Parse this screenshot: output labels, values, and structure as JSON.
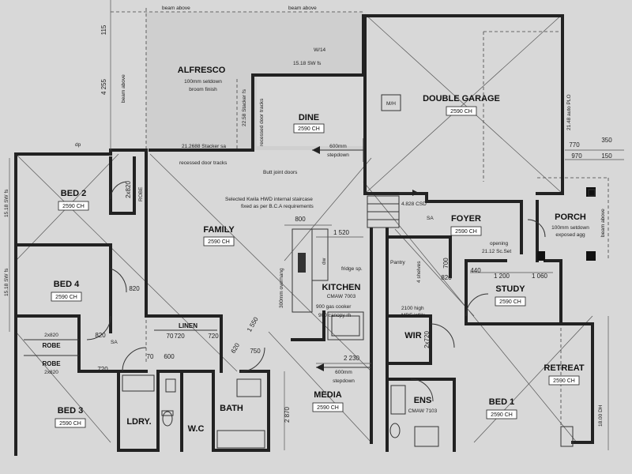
{
  "rooms": {
    "alfresco": {
      "name": "ALFRESCO",
      "line1": "100mm setdown",
      "line2": "broom finish"
    },
    "dine": {
      "name": "DINE",
      "ch": "2590 CH"
    },
    "garage": {
      "name": "DOUBLE GARAGE",
      "ch": "2590 CH"
    },
    "bed2": {
      "name": "BED 2",
      "ch": "2590 CH"
    },
    "family": {
      "name": "FAMILY",
      "ch": "2590 CH"
    },
    "foyer": {
      "name": "FOYER",
      "ch": "2590 CH"
    },
    "porch": {
      "name": "PORCH",
      "line1": "100mm setdown",
      "line2": "exposed agg"
    },
    "bed4": {
      "name": "BED 4",
      "ch": "2590 CH"
    },
    "kitchen": {
      "name": "KITCHEN",
      "sub": "CMAW 7003"
    },
    "study": {
      "name": "STUDY",
      "ch": "2590 CH"
    },
    "linen": {
      "name": "LINEN"
    },
    "wir": {
      "name": "WIR"
    },
    "retreat": {
      "name": "RETREAT",
      "ch": "2590 CH"
    },
    "bed3": {
      "name": "BED 3",
      "ch": "2590 CH"
    },
    "ldry": {
      "name": "LDRY."
    },
    "wc": {
      "name": "W.C"
    },
    "bath": {
      "name": "BATH"
    },
    "media": {
      "name": "MEDIA",
      "ch": "2590 CH"
    },
    "ens": {
      "name": "ENS",
      "sub": "CMAW 7103"
    },
    "bed1": {
      "name": "BED 1",
      "ch": "2590 CH"
    },
    "robe_bed2": {
      "name": "ROBE"
    },
    "robe_a": {
      "name": "ROBE"
    },
    "robe_b": {
      "name": "ROBE"
    }
  },
  "notes": {
    "beam_above_1": "beam above",
    "beam_above_2": "beam above",
    "beam_above_side": "beam above",
    "beam_above_porch": "beam above",
    "sw_15_18": "15.18 SW fs",
    "stacker_1": "22.58 Stacker fs",
    "stacker_2": "21.2688 Stacker sa",
    "recessed_1": "recessed door tracks",
    "recessed_2": "recessed door tracks",
    "butt_joint": "Butt joint doors",
    "setdown_600": "600mm",
    "stepdown": "stepdown",
    "staircase_1": "Selected Kwila HWD internal staircase",
    "staircase_2": "fixed as per B.C.A requirements",
    "csd": "4.828 CSD",
    "mh": "M/H",
    "fridge": "fridge sp.",
    "pantry": "Pantry",
    "shelves": "4 shelves",
    "gas_cooker": "900 gas cooker",
    "canopy": "900 canopy rh",
    "overhang": "300mm overhang",
    "mdf_1": "2100 high",
    "mdf_2": "MDF infills",
    "opening": "opening",
    "slab": "21.12 Sc.Set",
    "stepdown_media_1": "600mm",
    "stepdown_media_2": "stepdown",
    "plo": "21.48 auto PLO",
    "sw_fs_left": "15.18 SW fs",
    "sw_fs_left2": "15.18 SW fs",
    "dp": "dp",
    "sa": "SA",
    "sa2": "SA",
    "dw": "dw",
    "wh": "W/14",
    "dh": "18.00 DH"
  },
  "dims": {
    "d_115": "115",
    "d_4255": "4 255",
    "d_770": "770",
    "d_350": "350",
    "d_970": "970",
    "d_150": "150",
    "d_800": "800",
    "d_1520": "1 520",
    "d_700": "700",
    "d_440": "440",
    "d_1200": "1 200",
    "d_1060": "1 060",
    "d_820a": "820",
    "d_820b": "820",
    "d_820c": "820",
    "d_720a": "720",
    "d_720b": "720",
    "d_720c": "720",
    "d_1550": "1 550",
    "d_2230": "2 230",
    "d_2870": "2 870",
    "d_2x820a": "2x820",
    "d_2x820b": "2x820",
    "d_2x820c": "2x820",
    "d_2x720": "2x720",
    "d_600": "600",
    "d_70a": "70",
    "d_70b": "70",
    "d_750": "750",
    "d_620": "620"
  }
}
